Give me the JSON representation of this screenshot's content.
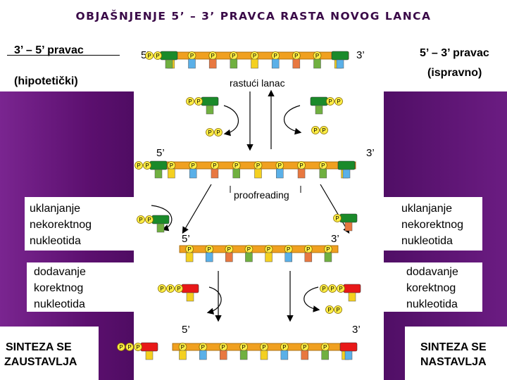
{
  "title": "OBJAŠNJENJE 5’ – 3’ PRAVCA RASTA NOVOG LANCA",
  "left_header": {
    "line1": "3’ – 5’ pravac",
    "line2": "(hipotetički)"
  },
  "right_header": {
    "line1": "5’ – 3’ pravac",
    "line2": "(ispravno)"
  },
  "strand_end_5": "5’",
  "strand_end_3": "3’",
  "growing_chain_label": "rastući lanac",
  "proofreading_label": "proofreading",
  "phosphate_letter": "P",
  "left_removal": [
    "uklanjanje",
    "nekorektnog",
    "nukleotida"
  ],
  "right_removal": [
    "uklanjanje",
    "nekorektnog",
    "nukleotida"
  ],
  "left_addition": [
    "dodavanje",
    "korektnog",
    "nukleotida"
  ],
  "right_addition": [
    "dodavanje",
    "korektnog",
    "nukleotida"
  ],
  "left_result": [
    "SINTEZA SE",
    "ZAUSTAVLJA"
  ],
  "right_result": [
    "SINTEZA SE",
    "NASTAVLJA"
  ],
  "colors": {
    "background": "#5b0f6e",
    "backbone": "#f0a020",
    "phosphate": "#ffee44",
    "wrong_nucleotide": "#1a8a2a",
    "correct_nucleotide": "#e81818",
    "base_yellow": "#f4d020",
    "base_blue": "#5ab0e8",
    "base_orange": "#e87840",
    "base_green": "#70b040"
  }
}
